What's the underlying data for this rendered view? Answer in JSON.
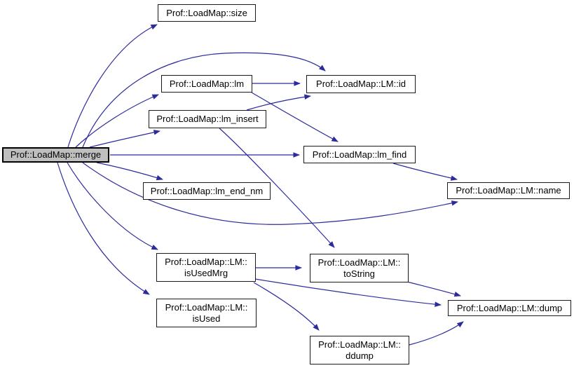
{
  "graph": {
    "type": "doxygen-call-graph",
    "colors": {
      "background": "#ffffff",
      "edge": "#2b2b9e",
      "node_fill": "#ffffff",
      "node_border": "#1a1a1a",
      "highlight_fill": "#bfbfbf",
      "text": "#000000"
    },
    "nodes": [
      {
        "id": "merge",
        "label": "Prof::LoadMap::merge",
        "lines": [
          "Prof::LoadMap::merge"
        ],
        "highlighted": true
      },
      {
        "id": "size",
        "label": "Prof::LoadMap::size",
        "lines": [
          "Prof::LoadMap::size"
        ],
        "highlighted": false
      },
      {
        "id": "lm",
        "label": "Prof::LoadMap::lm",
        "lines": [
          "Prof::LoadMap::lm"
        ],
        "highlighted": false
      },
      {
        "id": "lm-id",
        "label": "Prof::LoadMap::LM::id",
        "lines": [
          "Prof::LoadMap::LM::id"
        ],
        "highlighted": false
      },
      {
        "id": "lm-insert",
        "label": "Prof::LoadMap::lm_insert",
        "lines": [
          "Prof::LoadMap::lm_insert"
        ],
        "highlighted": false
      },
      {
        "id": "lm-find",
        "label": "Prof::LoadMap::lm_find",
        "lines": [
          "Prof::LoadMap::lm_find"
        ],
        "highlighted": false
      },
      {
        "id": "lm-end-nm",
        "label": "Prof::LoadMap::lm_end_nm",
        "lines": [
          "Prof::LoadMap::lm_end_nm"
        ],
        "highlighted": false
      },
      {
        "id": "lm-name",
        "label": "Prof::LoadMap::LM::name",
        "lines": [
          "Prof::LoadMap::LM::name"
        ],
        "highlighted": false
      },
      {
        "id": "isusedmrg",
        "label": "Prof::LoadMap::LM::isUsedMrg",
        "lines": [
          "Prof::LoadMap::LM::",
          "isUsedMrg"
        ],
        "highlighted": false
      },
      {
        "id": "tostring",
        "label": "Prof::LoadMap::LM::toString",
        "lines": [
          "Prof::LoadMap::LM::",
          "toString"
        ],
        "highlighted": false
      },
      {
        "id": "isused",
        "label": "Prof::LoadMap::LM::isUsed",
        "lines": [
          "Prof::LoadMap::LM::",
          "isUsed"
        ],
        "highlighted": false
      },
      {
        "id": "lm-dump",
        "label": "Prof::LoadMap::LM::dump",
        "lines": [
          "Prof::LoadMap::LM::dump"
        ],
        "highlighted": false
      },
      {
        "id": "ddump",
        "label": "Prof::LoadMap::LM::ddump",
        "lines": [
          "Prof::LoadMap::LM::",
          "ddump"
        ],
        "highlighted": false
      }
    ],
    "edges": [
      {
        "from": "merge",
        "to": "size"
      },
      {
        "from": "merge",
        "to": "lm-id"
      },
      {
        "from": "merge",
        "to": "lm"
      },
      {
        "from": "merge",
        "to": "lm-insert"
      },
      {
        "from": "merge",
        "to": "lm-find"
      },
      {
        "from": "merge",
        "to": "lm-end-nm"
      },
      {
        "from": "merge",
        "to": "lm-name"
      },
      {
        "from": "merge",
        "to": "isusedmrg"
      },
      {
        "from": "merge",
        "to": "isused"
      },
      {
        "from": "lm",
        "to": "lm-id"
      },
      {
        "from": "lm",
        "to": "lm-find"
      },
      {
        "from": "lm-insert",
        "to": "lm-id"
      },
      {
        "from": "lm-insert",
        "to": "tostring"
      },
      {
        "from": "lm-find",
        "to": "lm-name"
      },
      {
        "from": "isusedmrg",
        "to": "tostring"
      },
      {
        "from": "isusedmrg",
        "to": "lm-dump"
      },
      {
        "from": "isusedmrg",
        "to": "ddump"
      },
      {
        "from": "tostring",
        "to": "lm-dump"
      },
      {
        "from": "ddump",
        "to": "lm-dump"
      }
    ]
  }
}
